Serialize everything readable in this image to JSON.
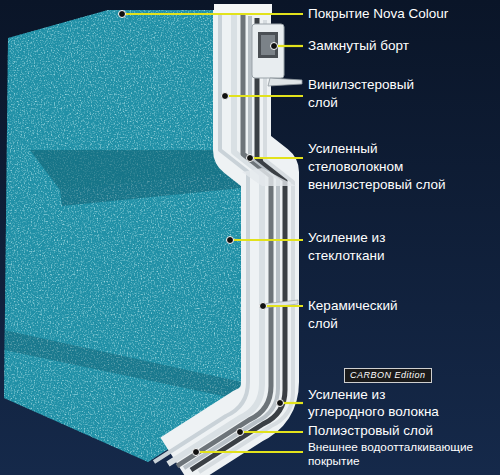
{
  "diagram": {
    "labels": [
      "Покрытие Nova Colour",
      "Замкнутый борт",
      "Винилэстеровый слой",
      "Усиленный стеловолокном венилэстеровый слой",
      "Усиление из стеклоткани",
      "Керамический слой",
      "CARBON Edition",
      "Усиление из углеродного волокна",
      "Полиэстровый слой",
      "Внешнее водоотталкивающие покрытие"
    ]
  }
}
